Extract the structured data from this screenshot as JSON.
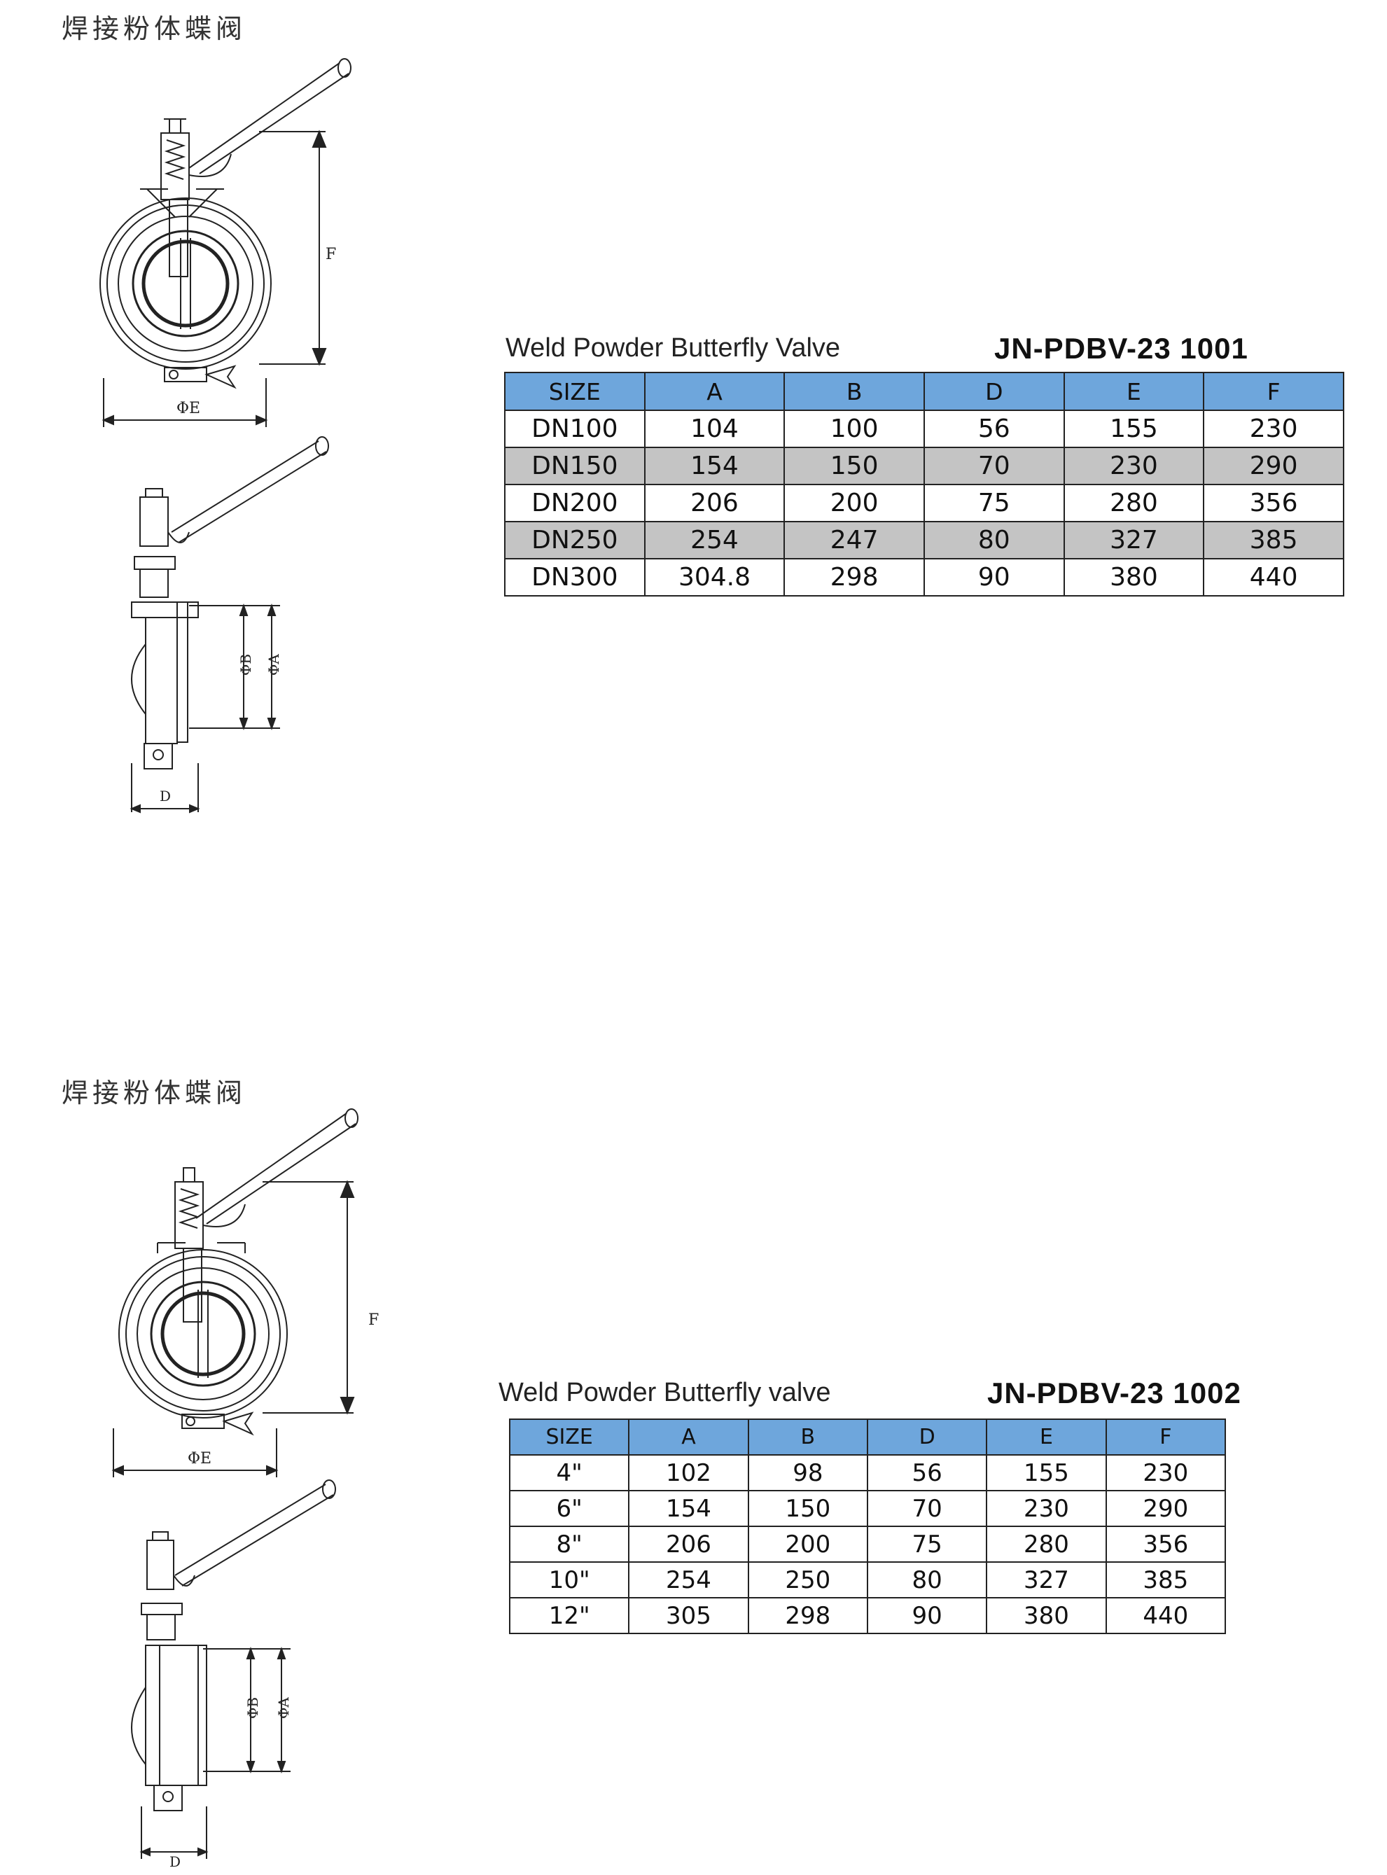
{
  "sections": [
    {
      "cn_title": "焊接粉体蝶阀",
      "spec_title": "Weld Powder Butterfly Valve",
      "model_code": "JN-PDBV-23 1001",
      "table": {
        "headers": [
          "SIZE",
          "A",
          "B",
          "D",
          "E",
          "F"
        ],
        "rows": [
          [
            "DN100",
            "104",
            "100",
            "56",
            "155",
            "230"
          ],
          [
            "DN150",
            "154",
            "150",
            "70",
            "230",
            "290"
          ],
          [
            "DN200",
            "206",
            "200",
            "75",
            "280",
            "356"
          ],
          [
            "DN250",
            "254",
            "247",
            "80",
            "327",
            "385"
          ],
          [
            "DN300",
            "304.8",
            "298",
            "90",
            "380",
            "440"
          ]
        ],
        "shaded_rows": [
          1,
          3
        ]
      },
      "dim_labels": {
        "f": "F",
        "e": "ΦE",
        "b": "ΦB",
        "a": "ΦA",
        "d": "D"
      }
    },
    {
      "cn_title": "焊接粉体蝶阀",
      "spec_title": "Weld Powder Butterfly valve",
      "model_code": "JN-PDBV-23 1002",
      "table": {
        "headers": [
          "SIZE",
          "A",
          "B",
          "D",
          "E",
          "F"
        ],
        "rows": [
          [
            "4\"",
            "102",
            "98",
            "56",
            "155",
            "230"
          ],
          [
            "6\"",
            "154",
            "150",
            "70",
            "230",
            "290"
          ],
          [
            "8\"",
            "206",
            "200",
            "75",
            "280",
            "356"
          ],
          [
            "10\"",
            "254",
            "250",
            "80",
            "327",
            "385"
          ],
          [
            "12\"",
            "305",
            "298",
            "90",
            "380",
            "440"
          ]
        ],
        "shaded_rows": []
      },
      "dim_labels": {
        "f": "F",
        "e": "ΦE",
        "b": "ΦB",
        "a": "ΦA",
        "d": "D"
      }
    }
  ],
  "colors": {
    "header_fill": "#6ea6dc",
    "shaded_row": "#c4c4c4",
    "line": "#222222"
  }
}
